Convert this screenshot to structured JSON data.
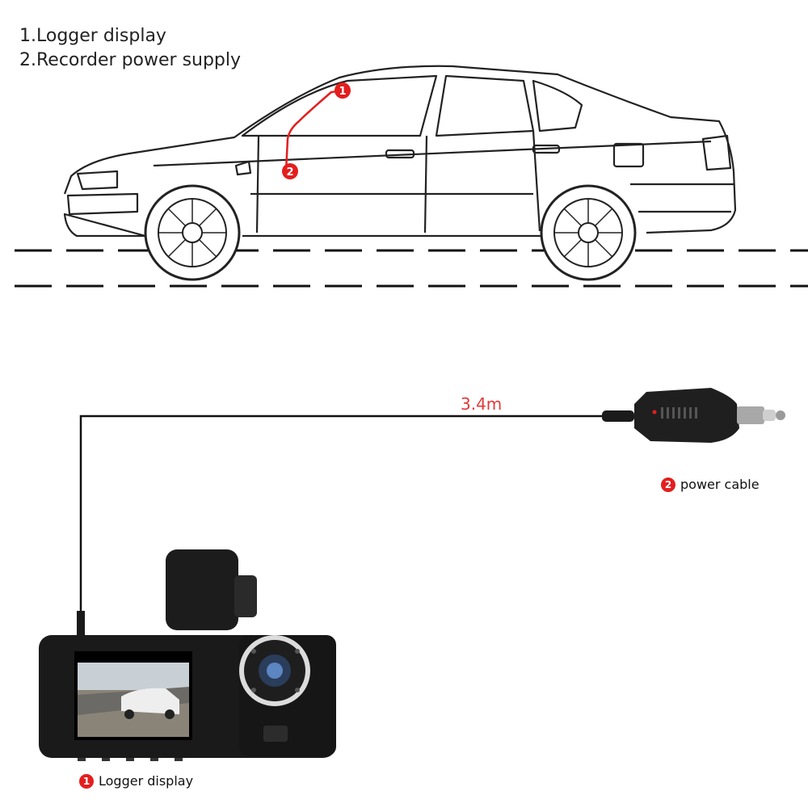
{
  "legend": {
    "line1": "1.Logger display",
    "line2": "2.Recorder power supply"
  },
  "markers": {
    "marker1": "1",
    "marker2": "2"
  },
  "cable": {
    "length": "3.4m"
  },
  "captions": {
    "power_cable": "power cable",
    "logger_display": "Logger display"
  },
  "colors": {
    "accent": "#e41e1e",
    "cable_label": "#e23a3a"
  }
}
